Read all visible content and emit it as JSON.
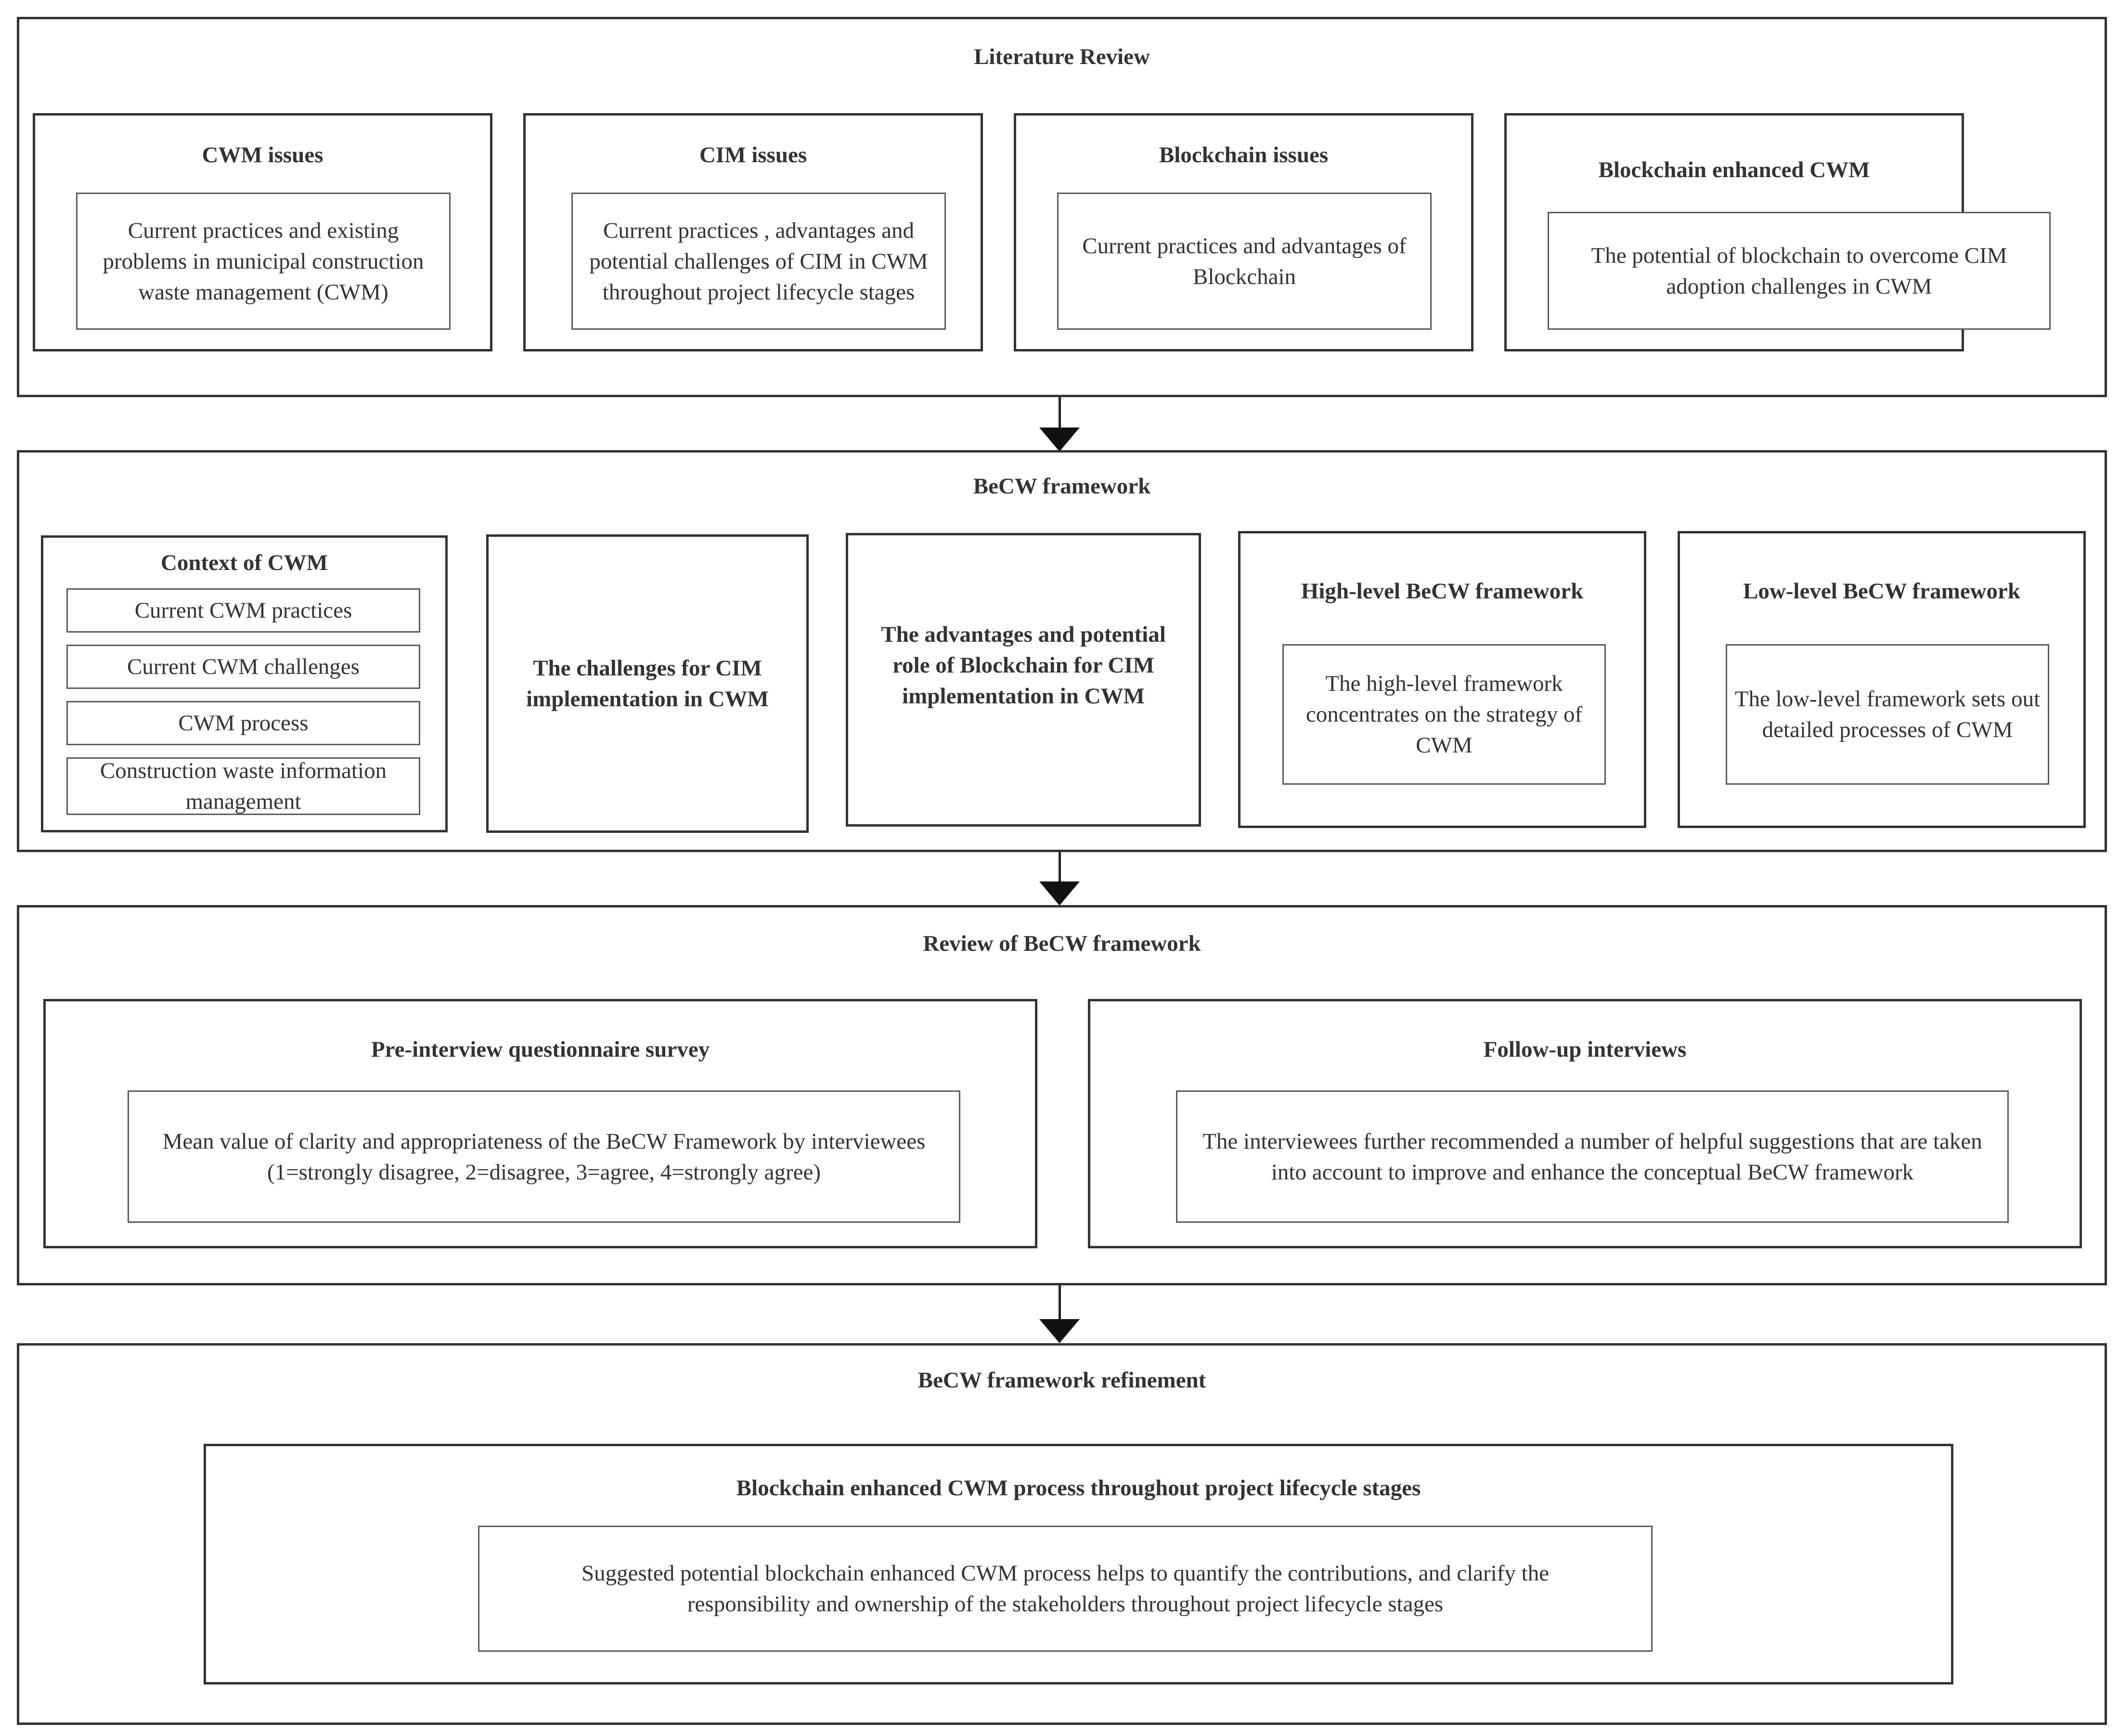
{
  "literature_review": {
    "title": "Literature Review",
    "cwm": {
      "title": "CWM issues",
      "text": "Current practices and existing problems in municipal construction waste management (CWM)"
    },
    "cim": {
      "title": "CIM issues",
      "text": "Current practices , advantages and potential challenges of CIM in CWM throughout project lifecycle stages"
    },
    "blockchain": {
      "title": "Blockchain issues",
      "text": "Current practices and advantages of Blockchain"
    },
    "enhanced": {
      "title": "Blockchain enhanced CWM",
      "text": "The potential of blockchain to overcome CIM adoption challenges in CWM"
    }
  },
  "becw_framework": {
    "title": "BeCW framework",
    "context": {
      "title": "Context of CWM",
      "items": [
        "Current CWM practices",
        "Current CWM challenges",
        "CWM process",
        "Construction waste information management"
      ]
    },
    "challenges": "The challenges for CIM implementation in CWM",
    "advantages": "The advantages and potential role of Blockchain for CIM implementation in CWM",
    "high_level": {
      "title": "High-level BeCW framework",
      "text": "The high-level framework concentrates on the strategy of CWM"
    },
    "low_level": {
      "title": "Low-level BeCW framework",
      "text": "The low-level framework sets out detailed processes of CWM"
    }
  },
  "review": {
    "title": "Review of BeCW framework",
    "survey": {
      "title": "Pre-interview questionnaire survey",
      "text": "Mean value of clarity and appropriateness of the BeCW Framework by interviewees (1=strongly disagree, 2=disagree, 3=agree, 4=strongly agree)"
    },
    "interviews": {
      "title": "Follow-up interviews",
      "text": "The interviewees further recommended a number of helpful suggestions that are taken into account to improve and  enhance the conceptual BeCW framework"
    }
  },
  "refinement": {
    "title": "BeCW framework refinement",
    "process": {
      "title": "Blockchain enhanced CWM process throughout project lifecycle stages",
      "text": "Suggested potential blockchain enhanced CWM process helps to quantify the contributions, and clarify the responsibility and ownership of the stakeholders throughout project lifecycle stages"
    }
  }
}
